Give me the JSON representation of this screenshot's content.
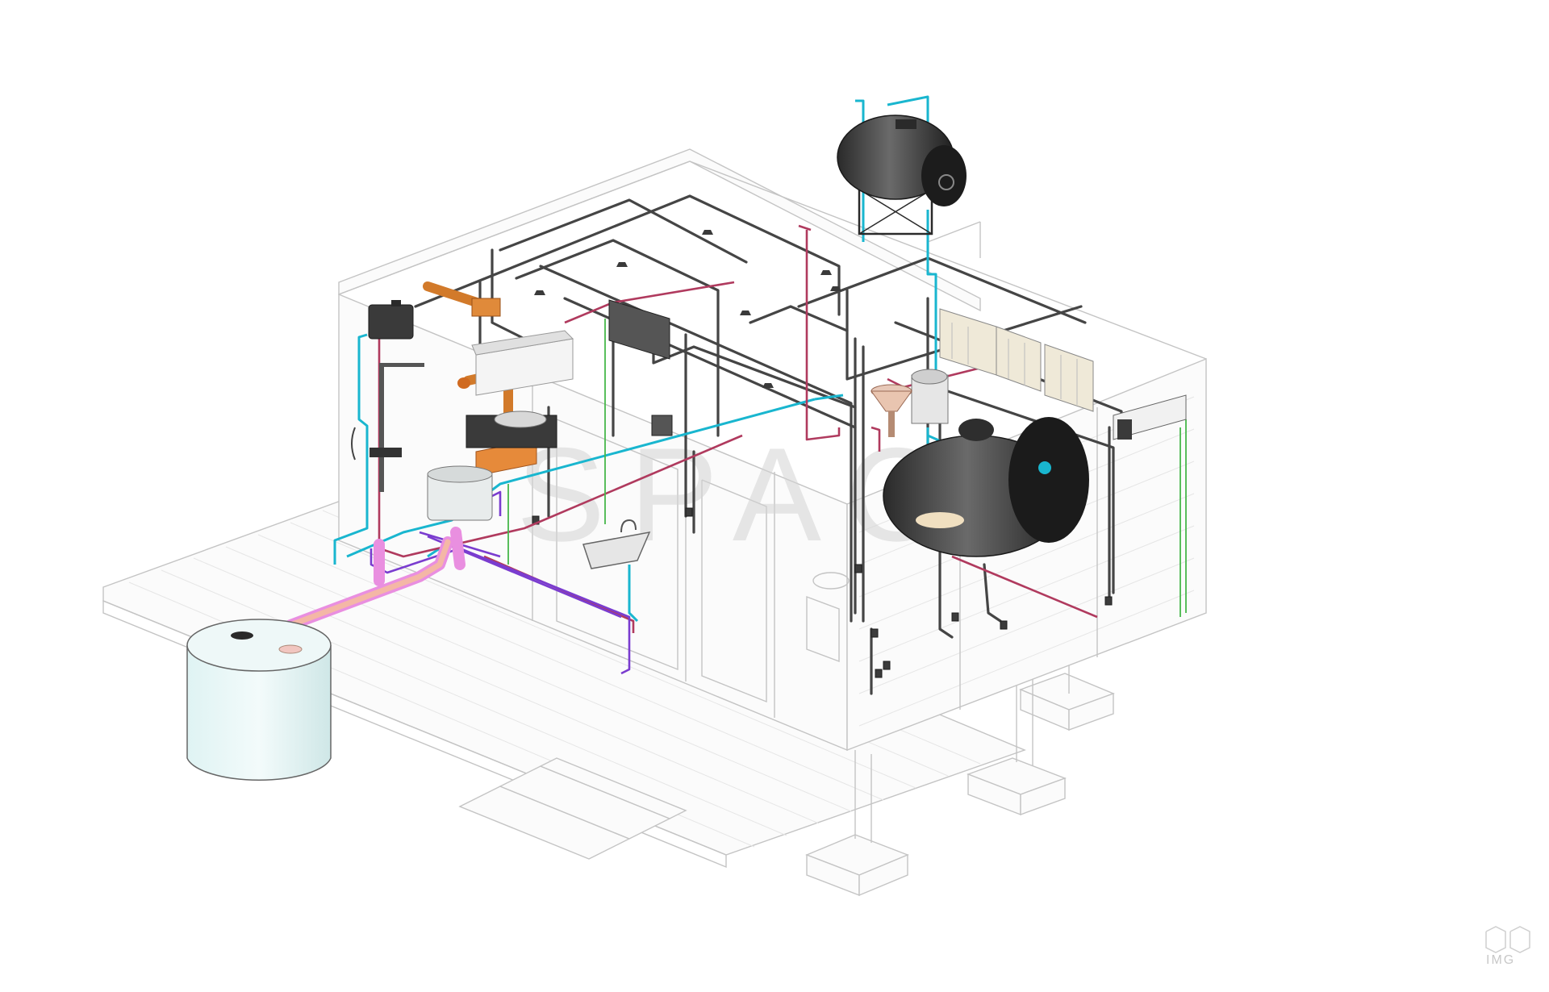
{
  "watermark": "SPACE",
  "logo": {
    "name": "brand-logo",
    "text": "IMG"
  },
  "colors": {
    "cold_water": "#19b6cf",
    "hot_water": "#b03a5e",
    "grey_water": "#7a3ccf",
    "drain": "#e98fe0",
    "vent": "#d27a2a",
    "pipe": "#454545",
    "ghost_lines": "#c4c4c4"
  }
}
